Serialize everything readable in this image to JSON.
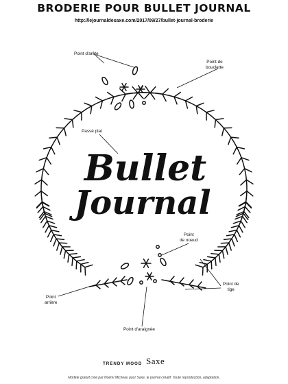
{
  "header": {
    "title": "BRODERIE POUR BULLET JOURNAL",
    "url": "http://lejournaldesaxe.com/2017/09/27/bullet-journal-broderie"
  },
  "artwork": {
    "line1": "Bullet",
    "line2": "Journal",
    "stroke_color": "#111111"
  },
  "labels": {
    "point_arete": "Point d'arête",
    "point_bouclette_1": "Point de",
    "point_bouclette_2": "bouclette",
    "passe_plat": "Passé plat",
    "point_noeud_1": "Point",
    "point_noeud_2": "de noeud",
    "point_tige_1": "Point de",
    "point_tige_2": "tige",
    "point_arriere_1": "Point",
    "point_arriere_2": "arrière",
    "point_araignee": "Point d'araignée"
  },
  "footer": {
    "brand_left": "TRENDY MOOD",
    "brand_right": "Saxe",
    "credit": "Modèle gratuit créé par Noémi Micheau pour Saxe, le journal créatif. Toute reproduction, adaptation,"
  }
}
